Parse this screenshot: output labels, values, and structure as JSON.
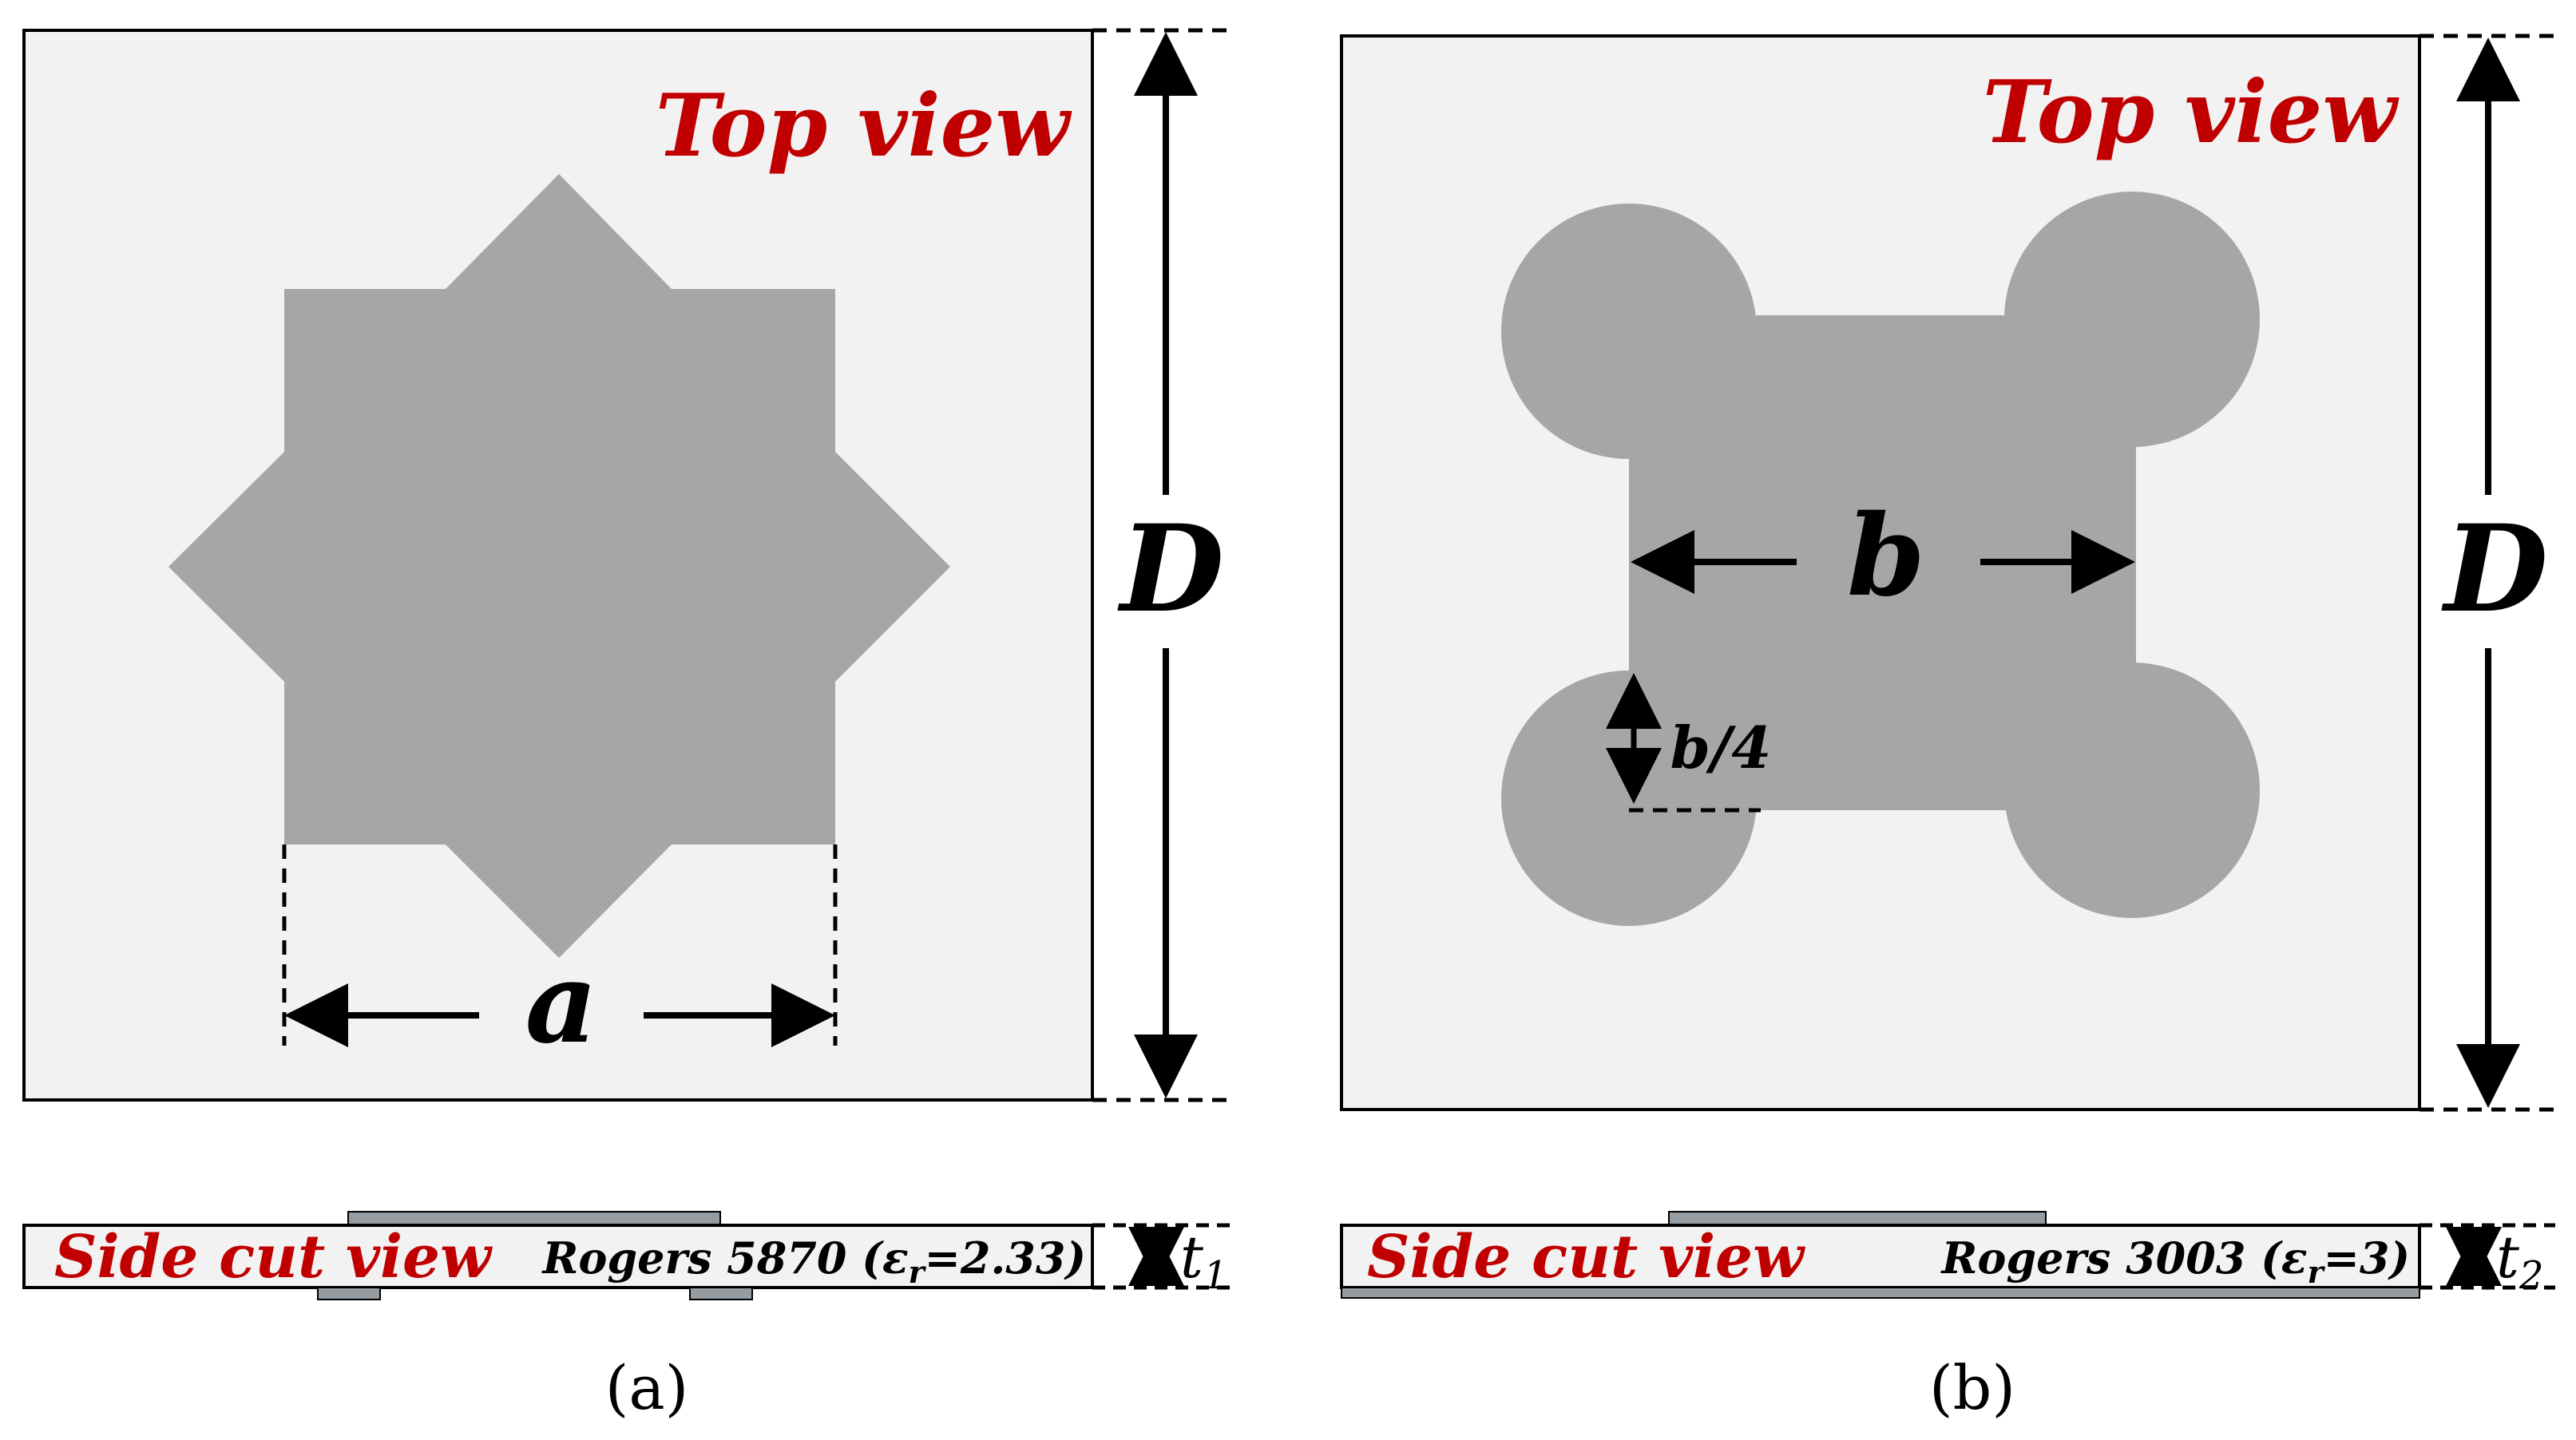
{
  "colors": {
    "substrate_fill": "#f2f2f2",
    "patch_fill": "#a6a6a6",
    "side_metal_fill": "#959da3",
    "title_red": "#c00000",
    "outline": "#000000"
  },
  "panel_a": {
    "top_view_label": "Top view",
    "dimension_width_label": "a",
    "dimension_height_label": "D",
    "side_view_label": "Side cut view",
    "material_name": "Rogers 5870",
    "material_eps_symbol": "ε",
    "material_eps_subscript": "r",
    "material_eps_value": "=2.33",
    "thickness_symbol": "t",
    "thickness_subscript": "1",
    "caption": "(a)"
  },
  "panel_b": {
    "top_view_label": "Top view",
    "dimension_width_label": "b",
    "dimension_radius_label": "b/4",
    "dimension_height_label": "D",
    "side_view_label": "Side cut view",
    "material_name": "Rogers 3003",
    "material_eps_symbol": "ε",
    "material_eps_subscript": "r",
    "material_eps_value": "=3",
    "thickness_symbol": "t",
    "thickness_subscript": "2",
    "caption": "(b)"
  }
}
